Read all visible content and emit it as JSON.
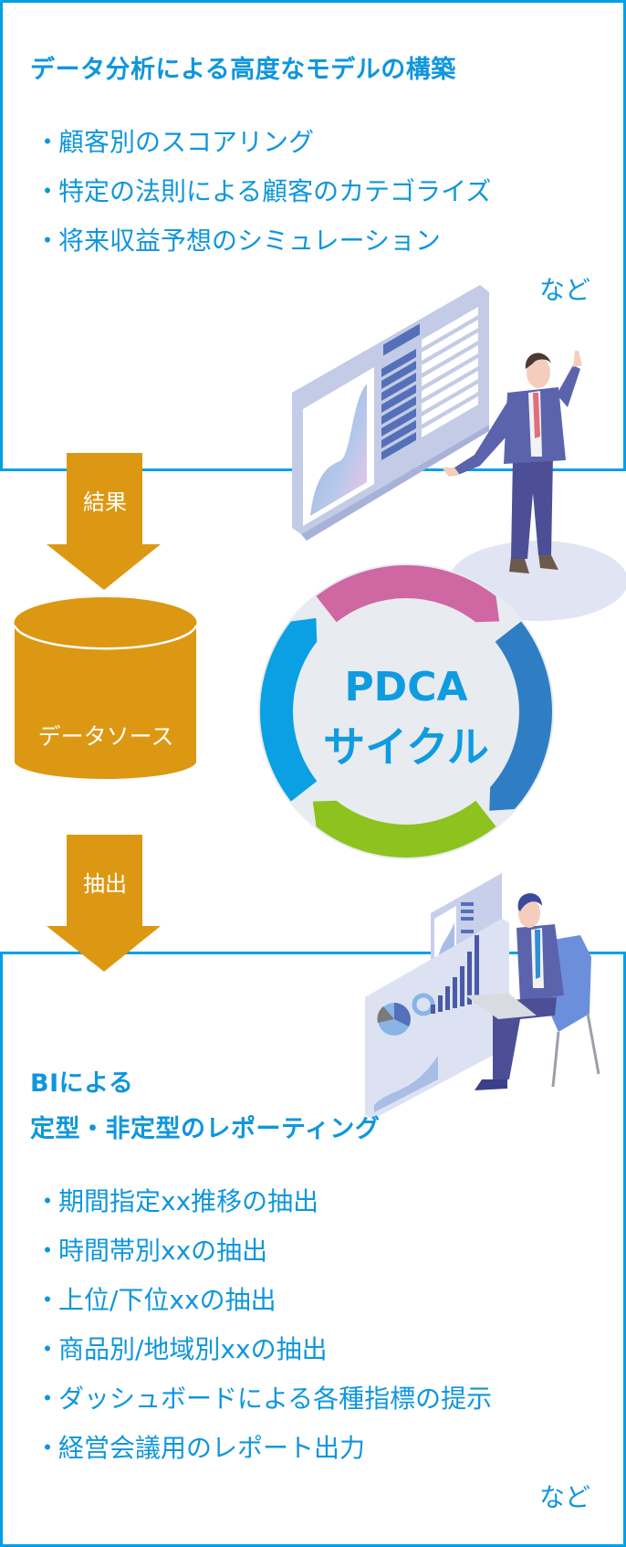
{
  "top_section": {
    "title": "データ分析による高度なモデルの構築",
    "bullet": "・",
    "items": [
      "顧客別のスコアリング",
      "特定の法則による顧客のカテゴライズ",
      "将来収益予想のシミュレーション"
    ],
    "etc": "など"
  },
  "flow": {
    "arrow_result": "結果",
    "data_source": "データソース",
    "arrow_extract": "抽出"
  },
  "pdca": {
    "line1": "PDCA",
    "line2": "サイクル"
  },
  "bottom_section": {
    "title_line1": "BIによる",
    "title_line2": "定型・非定型のレポーティング",
    "bullet": "・",
    "items": [
      "期間指定xx推移の抽出",
      "時間帯別xxの抽出",
      "上位/下位xxの抽出",
      "商品別/地域別xxの抽出",
      "ダッシュボードによる各種指標の提示",
      "経営会議用のレポート出力"
    ],
    "etc": "など"
  },
  "colors": {
    "accent_blue": "#0f96dc",
    "border_blue": "#00a0e6",
    "arrow_orange": "#dc9812",
    "pdca_pink": "#cf67a3",
    "pdca_darkblue": "#2f7ec4",
    "pdca_green": "#8dc21f",
    "pdca_lightblue": "#0aa0e3",
    "pdca_center": "#e8ebf0"
  }
}
